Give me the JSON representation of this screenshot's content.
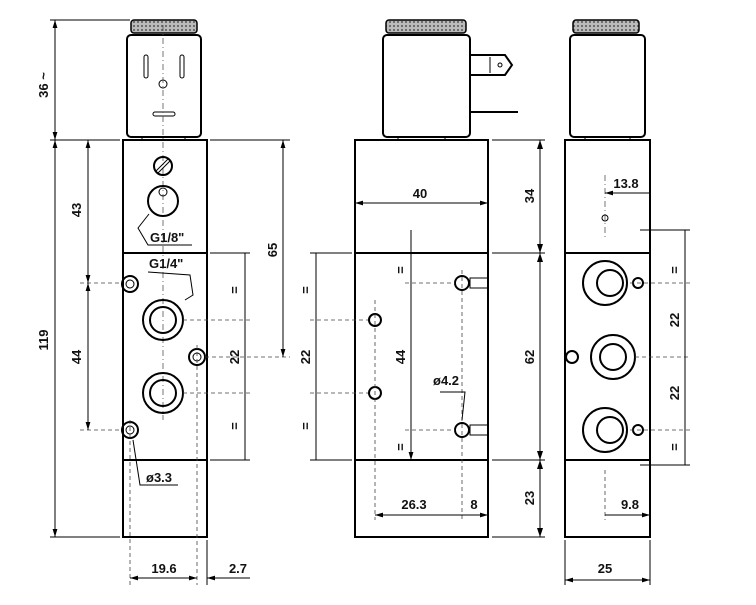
{
  "views": {
    "front": {
      "dims": {
        "coil_height": "36 ~",
        "total_height": "119",
        "top_section": "43",
        "port_spacing": "44",
        "pilot_offset": "65",
        "center_spacing": "22",
        "equal_top": "=",
        "equal_bottom": "=",
        "width_holes": "19.6",
        "offset": "2.7"
      },
      "labels": {
        "pilot_port": "G1/8\"",
        "main_port": "G1/4\"",
        "mount_hole": "ø3.3"
      }
    },
    "side": {
      "dims": {
        "width": "40",
        "left_spacing": "22",
        "equal_left_top": "=",
        "equal_left_bottom": "=",
        "hole_spacing": "44",
        "equal_mid_top": "=",
        "equal_mid_bottom": "=",
        "top_height": "34",
        "mid_height": "62",
        "bottom_height": "23",
        "hole_offset": "26.3",
        "edge_offset": "8"
      },
      "labels": {
        "mount_hole": "ø4.2"
      }
    },
    "rear": {
      "dims": {
        "top_offset": "13.8",
        "equal_top": "=",
        "spacing_upper": "22",
        "spacing_lower": "22",
        "equal_bottom": "=",
        "bottom_offset": "9.8",
        "width": "25"
      }
    }
  }
}
